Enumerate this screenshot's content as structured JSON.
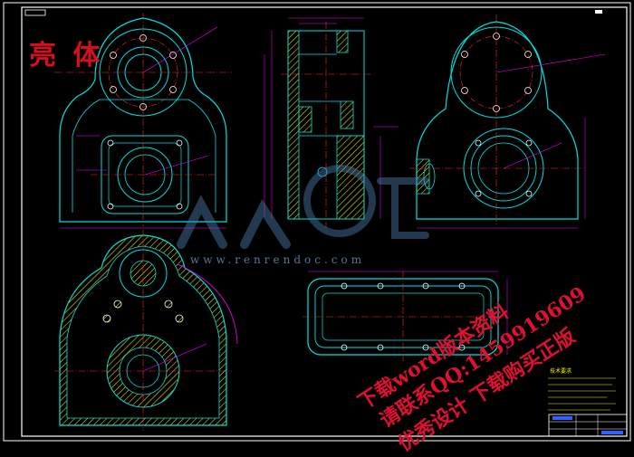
{
  "stamp_text": "亮 体",
  "watermark_url": "www.renrendoc.com",
  "watermark_lines": [
    "下载word版本资料",
    "请联系QQ:1459919609",
    "优秀设计 下载购买正版"
  ],
  "notes_title": "技术要求",
  "colors": {
    "background": "#000000",
    "frame": "#ffffff",
    "outline": "#00e0e0",
    "center_line": "#ff2a2a",
    "hatch": "#ffff00",
    "dimension": "#ff00ff",
    "holes": "#ffffff",
    "watermark": "#e01030"
  }
}
